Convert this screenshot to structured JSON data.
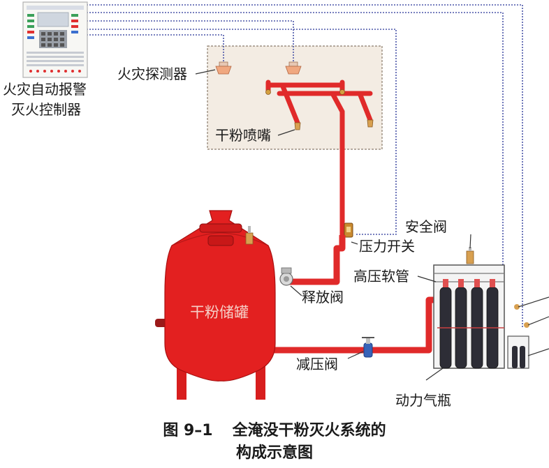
{
  "labels": {
    "controller_line1": "火灾自动报警",
    "controller_line2": "灭火控制器",
    "detector": "火灾探测器",
    "nozzle": "干粉喷嘴",
    "tank": "干粉储罐",
    "release_valve": "释放阀",
    "pressure_switch": "压力开关",
    "safety_valve": "安全阀",
    "hose": "高压软管",
    "reducing_valve": "减压阀",
    "gas_cylinder": "动力气瓶"
  },
  "caption": {
    "number": "图 9–1",
    "line1": "全淹没干粉灭火系统的",
    "line2": "构成示意图"
  },
  "colors": {
    "pipe": "#e02a2a",
    "tank": "#e32020",
    "signal_line": "#4a55a8",
    "protected_area": "#f3ece3",
    "cylinder": "#2d2d36"
  }
}
